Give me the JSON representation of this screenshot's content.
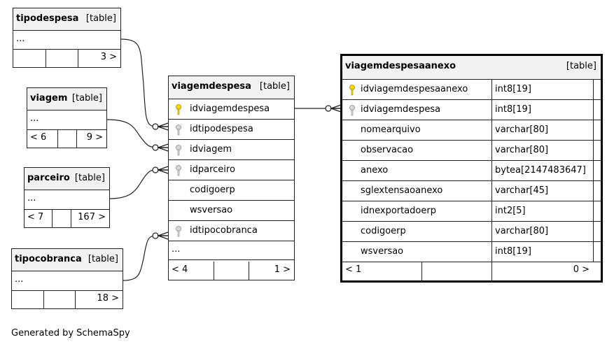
{
  "footer_text": "Generated by SchemaSpy",
  "tables": {
    "tipodespesa": {
      "name": "tipodespesa",
      "kind": "[table]",
      "ellipsis": "...",
      "counts": [
        "",
        "",
        "3 >"
      ]
    },
    "viagem": {
      "name": "viagem",
      "kind": "[table]",
      "ellipsis": "...",
      "counts": [
        "< 6",
        "",
        "9 >"
      ]
    },
    "parceiro": {
      "name": "parceiro",
      "kind": "[table]",
      "ellipsis": "...",
      "counts": [
        "< 7",
        "",
        "167 >"
      ]
    },
    "tipocobranca": {
      "name": "tipocobranca",
      "kind": "[table]",
      "ellipsis": "...",
      "counts": [
        "",
        "",
        "18 >"
      ]
    },
    "viagemdespesa": {
      "name": "viagemdespesa",
      "kind": "[table]",
      "columns": [
        "idviagemdespesa",
        "idtipodespesa",
        "idviagem",
        "idparceiro",
        "codigoerp",
        "wsversao",
        "idtipocobranca"
      ],
      "ellipsis": "...",
      "counts": [
        "< 4",
        "",
        "1 >"
      ]
    },
    "viagemdespesaanexo": {
      "name": "viagemdespesaanexo",
      "kind": "[table]",
      "columns": [
        {
          "name": "idviagemdespesaanexo",
          "type": "int8[19]"
        },
        {
          "name": "idviagemdespesa",
          "type": "int8[19]"
        },
        {
          "name": "nomearquivo",
          "type": "varchar[80]"
        },
        {
          "name": "observacao",
          "type": "varchar[80]"
        },
        {
          "name": "anexo",
          "type": "bytea[2147483647]"
        },
        {
          "name": "sglextensaoanexo",
          "type": "varchar[45]"
        },
        {
          "name": "idnexportadoerp",
          "type": "int2[5]"
        },
        {
          "name": "codigoerp",
          "type": "varchar[80]"
        },
        {
          "name": "wsversao",
          "type": "int8[19]"
        }
      ],
      "counts": [
        "< 1",
        "",
        "0 >"
      ]
    }
  }
}
